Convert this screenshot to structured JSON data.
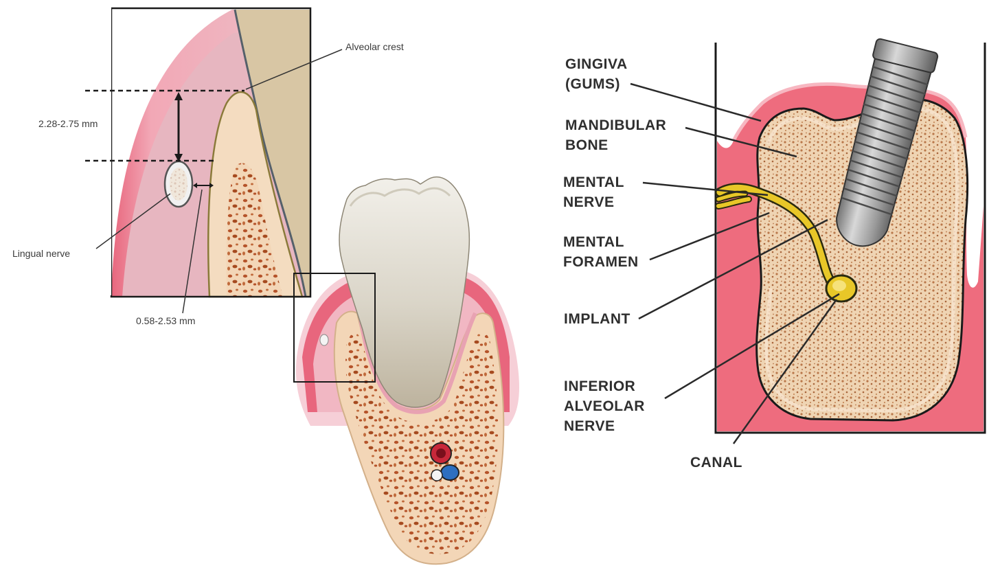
{
  "left_panel": {
    "labels": {
      "alveolar_crest": "Alveolar crest",
      "vertical_distance": "2.28-2.75 mm",
      "lingual_nerve": "Lingual nerve",
      "horizontal_distance": "0.58-2.53 mm"
    }
  },
  "right_panel": {
    "labels": {
      "gingiva": [
        "GINGIVA",
        "(GUMS)"
      ],
      "mandibular_bone": [
        "MANDIBULAR",
        "BONE"
      ],
      "mental_nerve": [
        "MENTAL",
        "NERVE"
      ],
      "mental_foramen": [
        "MENTAL",
        "FORAMEN"
      ],
      "implant": "IMPLANT",
      "inferior_alveolar_nerve": [
        "INFERIOR",
        "ALVEOLAR",
        "NERVE"
      ],
      "canal": "CANAL"
    }
  },
  "colors": {
    "gingiva": "#e8667d",
    "gingiva_light": "#f2c3cc",
    "gingiva_bg": "#f0b8c4",
    "bone": "#f3d6b7",
    "bone_spots": "#a64a1f",
    "nerve": "#d9b82a",
    "implant": "#9a9a9a",
    "outline": "#222222",
    "tooth": "#efece2"
  }
}
